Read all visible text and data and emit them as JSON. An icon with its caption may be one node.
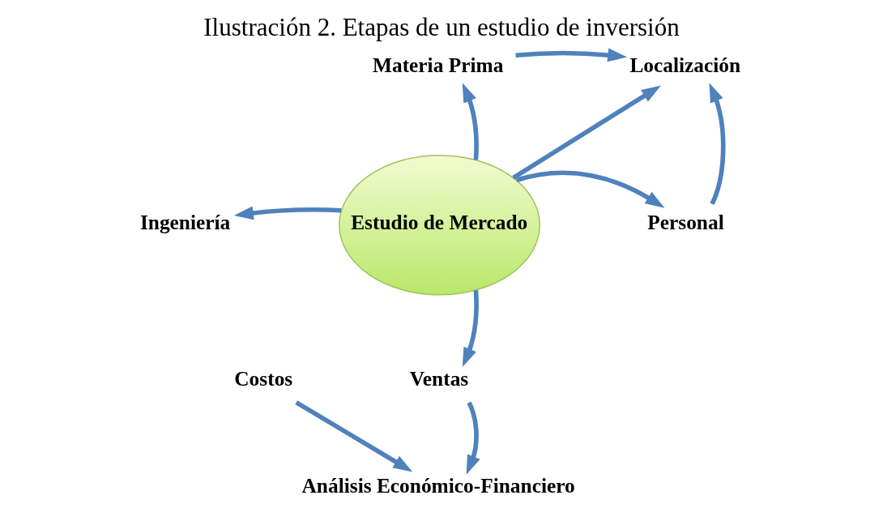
{
  "diagram": {
    "title": "Ilustración 2. Etapas de un estudio de inversión",
    "nodes": [
      {
        "text": [
          "Estudio de Mercado"
        ]
      },
      {
        "text": [
          "Materia Prima"
        ]
      },
      {
        "text": [
          "Localización"
        ]
      },
      {
        "text": [
          "Ingeniería"
        ]
      },
      {
        "text": [
          "Personal"
        ]
      },
      {
        "text": [
          "Ventas"
        ]
      },
      {
        "text": [
          "Costos"
        ]
      },
      {
        "text": [
          "Análisis Económico-Financiero"
        ]
      }
    ],
    "edges": [
      {
        "from": 0,
        "to": 1,
        "arrow": "to"
      },
      {
        "from": 1,
        "to": 2,
        "arrow": "to"
      },
      {
        "from": 0,
        "to": 2,
        "arrow": "to"
      },
      {
        "from": 0,
        "to": 3,
        "arrow": "to"
      },
      {
        "from": 0,
        "to": 4,
        "arrow": "to"
      },
      {
        "from": 4,
        "to": 2,
        "arrow": "to"
      },
      {
        "from": 0,
        "to": 5,
        "arrow": "to"
      },
      {
        "from": 5,
        "to": 7,
        "arrow": "to"
      },
      {
        "from": 6,
        "to": 7,
        "arrow": "to"
      }
    ]
  }
}
